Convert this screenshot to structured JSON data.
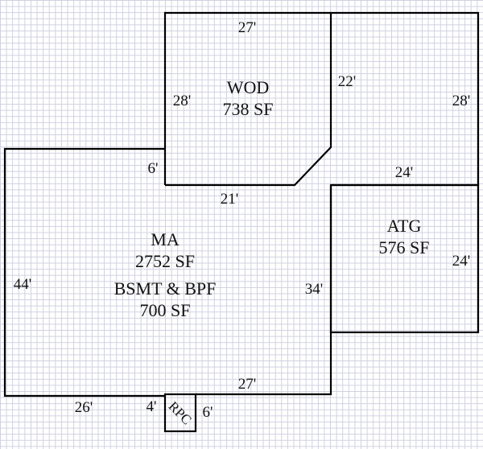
{
  "areas": {
    "wod": {
      "name": "WOD",
      "size": "738 SF"
    },
    "ma": {
      "name": "MA",
      "size": "2752 SF",
      "sub_name": "BSMT & BPF",
      "sub_size": "700 SF"
    },
    "atg": {
      "name": "ATG",
      "size": "576 SF"
    },
    "rpc": {
      "name": "RPC"
    }
  },
  "dimensions": {
    "wod_top": "27'",
    "wod_left": "28'",
    "wod_right": "22'",
    "wod_bottom": "21'",
    "right_section": "28'",
    "step": "6'",
    "atg_top": "24'",
    "atg_right": "24'",
    "ma_left": "44'",
    "ma_right": "34'",
    "ma_bottom_right": "27'",
    "ma_bottom_left": "26'",
    "rpc_left": "4'",
    "rpc_right": "6'"
  }
}
